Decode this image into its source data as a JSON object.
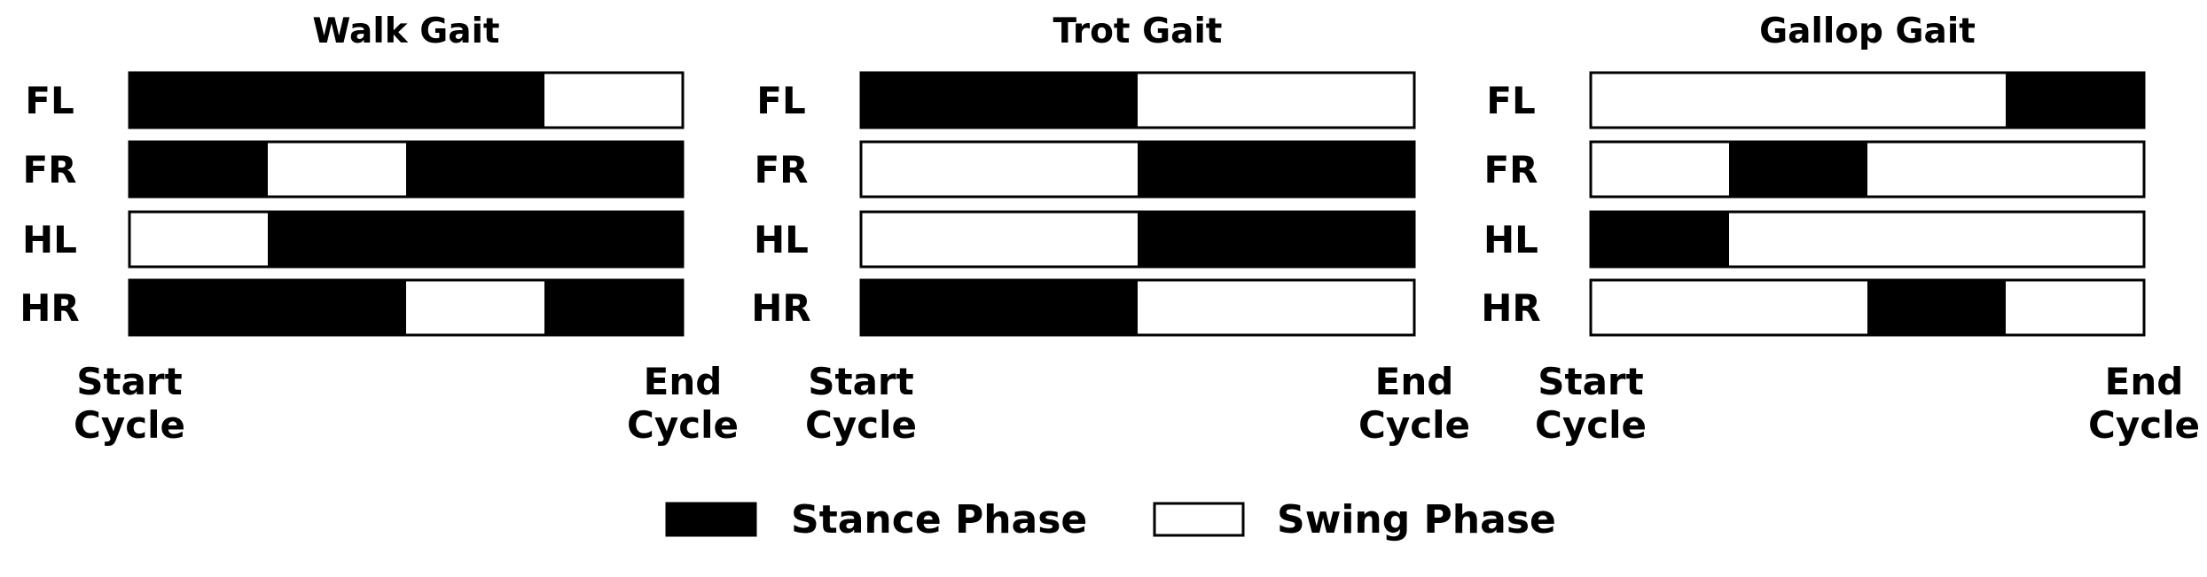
{
  "chart_data": {
    "type": "gait-diagram",
    "colors": {
      "stance": "#000000",
      "swing": "#ffffff",
      "outline": "#000000"
    },
    "leg_labels": [
      "FL",
      "FR",
      "HL",
      "HR"
    ],
    "start_label": [
      "Start",
      "Cycle"
    ],
    "end_label": [
      "End",
      "Cycle"
    ],
    "panels": [
      {
        "title": "Walk Gait",
        "rows": [
          {
            "leg": "FL",
            "stance": [
              [
                0,
                0.75
              ]
            ]
          },
          {
            "leg": "FR",
            "stance": [
              [
                0,
                0.25
              ],
              [
                0.5,
                1
              ]
            ]
          },
          {
            "leg": "HL",
            "stance": [
              [
                0.25,
                1
              ]
            ]
          },
          {
            "leg": "HR",
            "stance": [
              [
                0,
                0.5
              ],
              [
                0.75,
                1
              ]
            ]
          }
        ]
      },
      {
        "title": "Trot Gait",
        "rows": [
          {
            "leg": "FL",
            "stance": [
              [
                0,
                0.5
              ]
            ]
          },
          {
            "leg": "FR",
            "stance": [
              [
                0.5,
                1
              ]
            ]
          },
          {
            "leg": "HL",
            "stance": [
              [
                0.5,
                1
              ]
            ]
          },
          {
            "leg": "HR",
            "stance": [
              [
                0,
                0.5
              ]
            ]
          }
        ]
      },
      {
        "title": "Gallop Gait",
        "rows": [
          {
            "leg": "FL",
            "stance": [
              [
                0.75,
                1
              ]
            ]
          },
          {
            "leg": "FR",
            "stance": [
              [
                0.25,
                0.5
              ]
            ]
          },
          {
            "leg": "HL",
            "stance": [
              [
                0,
                0.25
              ]
            ]
          },
          {
            "leg": "HR",
            "stance": [
              [
                0.5,
                0.75
              ]
            ]
          }
        ]
      }
    ],
    "legend": [
      {
        "label": "Stance Phase",
        "fill": "stance"
      },
      {
        "label": "Swing Phase",
        "fill": "swing"
      }
    ]
  }
}
